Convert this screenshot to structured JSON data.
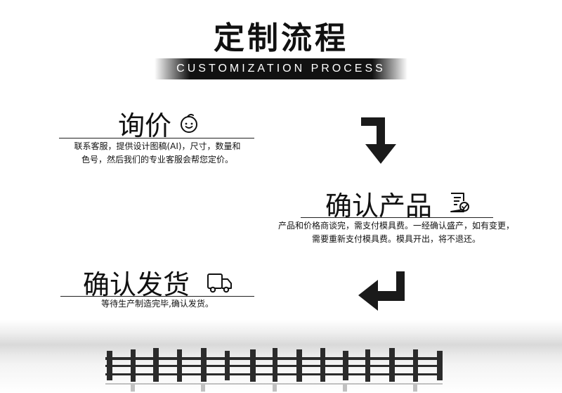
{
  "header": {
    "title": "定制流程",
    "subtitle": "CUSTOMIZATION PROCESS"
  },
  "steps": [
    {
      "title": "询价",
      "icon": "smiley-icon",
      "desc_line1": "联系客服，提供设计图稿(AI)，尺寸，数量和",
      "desc_line2": "色号，然后我们的专业客服会帮您定价。"
    },
    {
      "title": "确认产品",
      "icon": "document-check-icon",
      "desc_line1": "产品和价格商谈完，需支付模具费。一经确认盛产，如有变更，",
      "desc_line2": "需要重新支付模具费。模具开出，将不退还。"
    },
    {
      "title": "确认发货",
      "icon": "delivery-truck-icon",
      "desc_line1": "等待生产制造完毕,确认发货。"
    }
  ],
  "colors": {
    "text": "#111111",
    "banner": "#111111",
    "arrow": "#1a1a1a"
  }
}
